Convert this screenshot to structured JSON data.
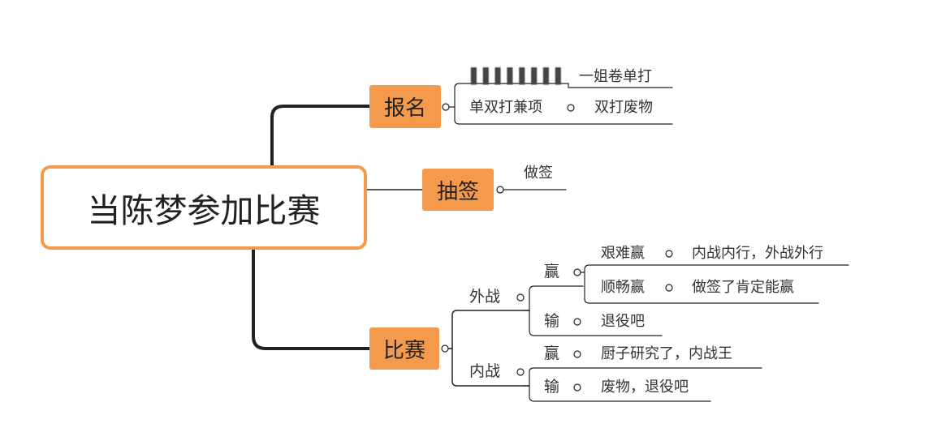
{
  "root": "当陈梦参加比赛",
  "branches": {
    "signup": {
      "label": "报名",
      "children": [
        {
          "label": "▌▌▌▌▌▌▌▌",
          "leaf": "一姐卷单打"
        },
        {
          "label": "单双打兼项",
          "leaf": "双打废物"
        }
      ]
    },
    "draw": {
      "label": "抽签",
      "leaf": "做签"
    },
    "match": {
      "label": "比赛",
      "away": {
        "label": "外战",
        "win": {
          "label": "赢",
          "items": [
            {
              "label": "艰难赢",
              "leaf": "内战内行，外战外行"
            },
            {
              "label": "顺畅赢",
              "leaf": "做签了肯定能赢"
            }
          ]
        },
        "lose": {
          "label": "输",
          "leaf": "退役吧"
        }
      },
      "home": {
        "label": "内战",
        "win": {
          "label": "赢",
          "leaf": "厨子研究了，内战王"
        },
        "lose": {
          "label": "输",
          "leaf": "废物，退役吧"
        }
      }
    }
  },
  "colors": {
    "accent": "#f39a4c",
    "line": "#222222"
  }
}
